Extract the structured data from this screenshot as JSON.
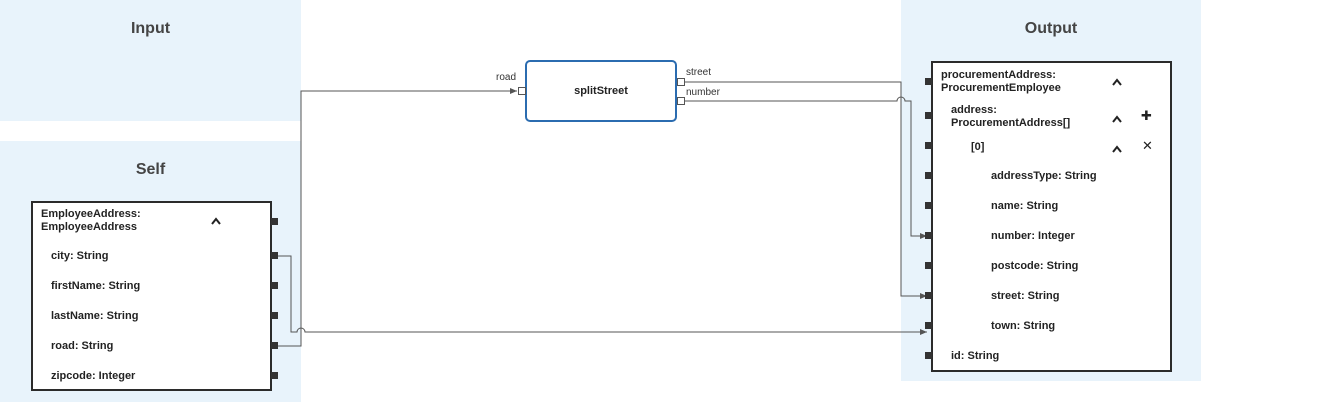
{
  "panels": {
    "input_title": "Input",
    "self_title": "Self",
    "output_title": "Output"
  },
  "self_node": {
    "header": [
      "EmployeeAddress:",
      "EmployeeAddress"
    ],
    "fields": [
      "city: String",
      "firstName: String",
      "lastName: String",
      "road: String",
      "zipcode: Integer"
    ],
    "collapse_icon": "chevron-up-icon"
  },
  "function_node": {
    "name": "splitStreet",
    "input_label": "road",
    "output_labels": [
      "street",
      "number"
    ]
  },
  "output_node": {
    "root_header": [
      "procurementAddress:",
      "ProcurementEmployee"
    ],
    "address_header": [
      "address:",
      "ProcurementAddress[]"
    ],
    "index_label": "[0]",
    "fields": [
      "addressType: String",
      "name: String",
      "number: Integer",
      "postcode: String",
      "street: String",
      "town: String"
    ],
    "id_field": "id: String",
    "chevron": "⌃",
    "add_symbol": "✚",
    "remove_symbol": "✕"
  },
  "colors": {
    "panel_bg": "#e8f3fb",
    "function_border": "#2b6cb0",
    "wire": "#555555"
  }
}
